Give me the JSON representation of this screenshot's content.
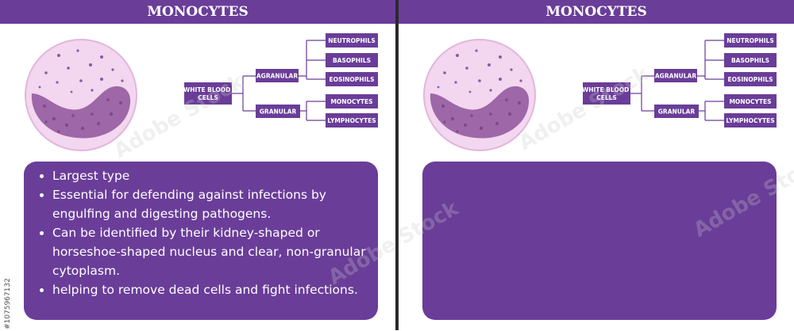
{
  "title": "MONOCYTES",
  "diagram": {
    "root": "WHITE BLOOD CELLS",
    "root_lines": [
      "WHITE BLOOD",
      "CELLS"
    ],
    "groups": [
      {
        "label": "AGRANULAR",
        "children": [
          "NEUTROPHILS",
          "BASOPHILS",
          "EOSINOPHILS"
        ]
      },
      {
        "label": "GRANULAR",
        "children": [
          "MONOCYTES",
          "LYMPHOCYTES"
        ]
      }
    ]
  },
  "info": {
    "points": [
      "Largest type",
      "Essential for defending against infections by engulfing and digesting pathogens.",
      "Can be identified by their kidney-shaped or horseshoe-shaped nucleus and clear, non-granular cytoplasm.",
      "helping to remove dead cells and fight infections."
    ]
  },
  "colors": {
    "header_bg": "#6a3d99",
    "box_bg": "#6a3d99",
    "box_text": "#ffffff",
    "cell_membrane": "#f3d6ef",
    "cell_outline": "#e2b6dc",
    "nucleus": "#9e67a8",
    "nucleus_dark": "#7c4a89",
    "dots": "#8c5aa3",
    "connector": "#6a3d99"
  },
  "watermark": "Adobe Stock",
  "stock_id": "#1075967132"
}
